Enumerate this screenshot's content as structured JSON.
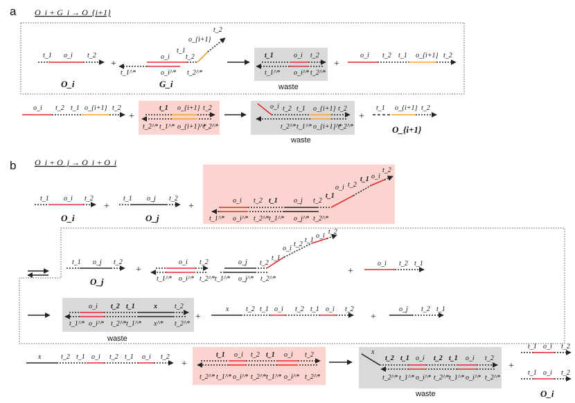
{
  "panels": [
    {
      "letter": "a",
      "reaction": "O_i + G_i → O_{i+1}"
    },
    {
      "letter": "b",
      "reaction": "O_i + O_j → O_i + O_i"
    }
  ],
  "labels": {
    "oi": "O_i",
    "gi": "G_i",
    "oj": "O_j",
    "oi1": "O_{i+1}",
    "waste": "waste",
    "plus": "+",
    "t1": "t_1",
    "t2": "t_2",
    "t1s": "t_1^*",
    "t2s": "t_2^*",
    "o_i": "o_i",
    "o_j": "o_j",
    "o_i1": "o_{i+1}",
    "o_is": "o_i^*",
    "o_js": "o_j^*",
    "o_i1s": "o_{i+1}^*",
    "x": "x",
    "xs": "x^*"
  },
  "colors": {
    "red": "#e8262a",
    "orange": "#f2a12a",
    "dark": "#222222",
    "waste_box": "#d9d9d9",
    "highlight_box": "#fbd3cf"
  }
}
